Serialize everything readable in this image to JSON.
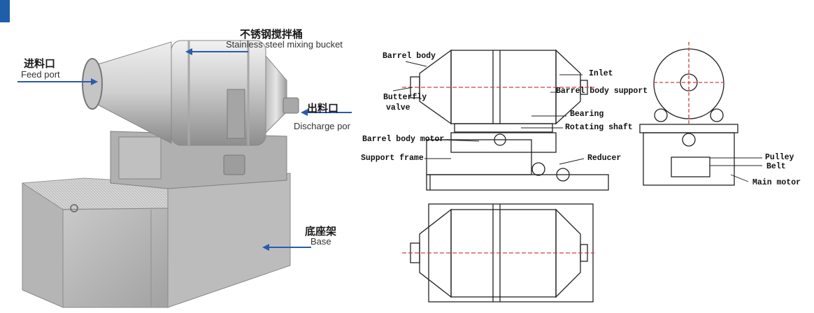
{
  "colors": {
    "accent": "#1f5ea8",
    "arrow": "#2a5caa",
    "centerline": "#d04040"
  },
  "photo": {
    "labels": {
      "bucket": {
        "zh": "不锈钢搅拌桶",
        "en": "Stainless steel mixing bucket"
      },
      "feed": {
        "zh": "进料口",
        "en": "Feed port"
      },
      "discharge": {
        "zh": "出料口",
        "en": "Discharge por"
      },
      "base": {
        "zh": "底座架",
        "en": "Base"
      }
    }
  },
  "drawing": {
    "labels": {
      "barrel_body": "Barrel body",
      "butterfly_valve_1": "Butterfly",
      "butterfly_valve_2": "valve",
      "inlet": "Inlet",
      "barrel_body_support": "Barrel body support",
      "bearing": "Bearing",
      "rotating_shaft": "Rotating shaft",
      "barrel_body_motor": "Barrel body motor",
      "support_frame": "Support frame",
      "reducer": "Reducer",
      "pulley": "Pulley",
      "belt": "Belt",
      "main_motor": "Main motor"
    }
  }
}
